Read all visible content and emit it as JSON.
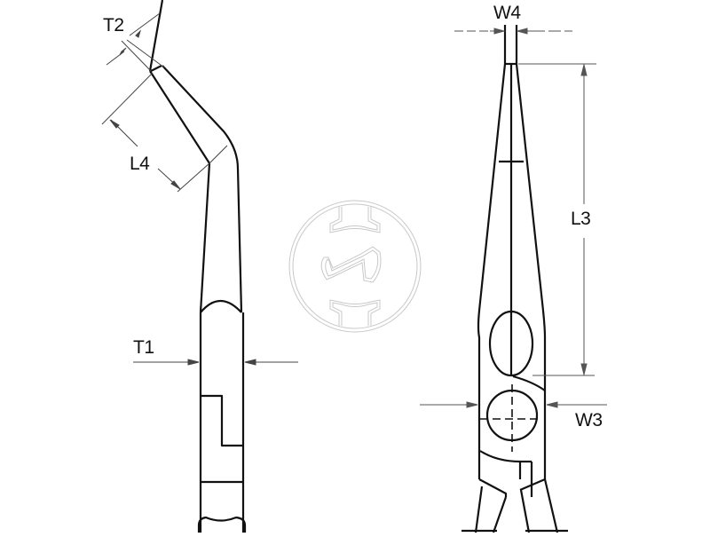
{
  "diagram": {
    "subject": "Pliers technical drawing (side and front view)",
    "views": [
      {
        "name": "side-view",
        "labels": [
          "T2",
          "L4",
          "T1"
        ]
      },
      {
        "name": "front-view",
        "labels": [
          "W4",
          "L3",
          "W3"
        ]
      }
    ],
    "labels": {
      "t2": "T2",
      "l4": "L4",
      "t1": "T1",
      "w4": "W4",
      "l3": "L3",
      "w3": "W3"
    },
    "watermark": {
      "icon": "logo-watermark-icon"
    },
    "colors": {
      "line": "#111111",
      "dimension_line": "#555555",
      "watermark": "#c8c8c8",
      "background": "#ffffff"
    }
  }
}
